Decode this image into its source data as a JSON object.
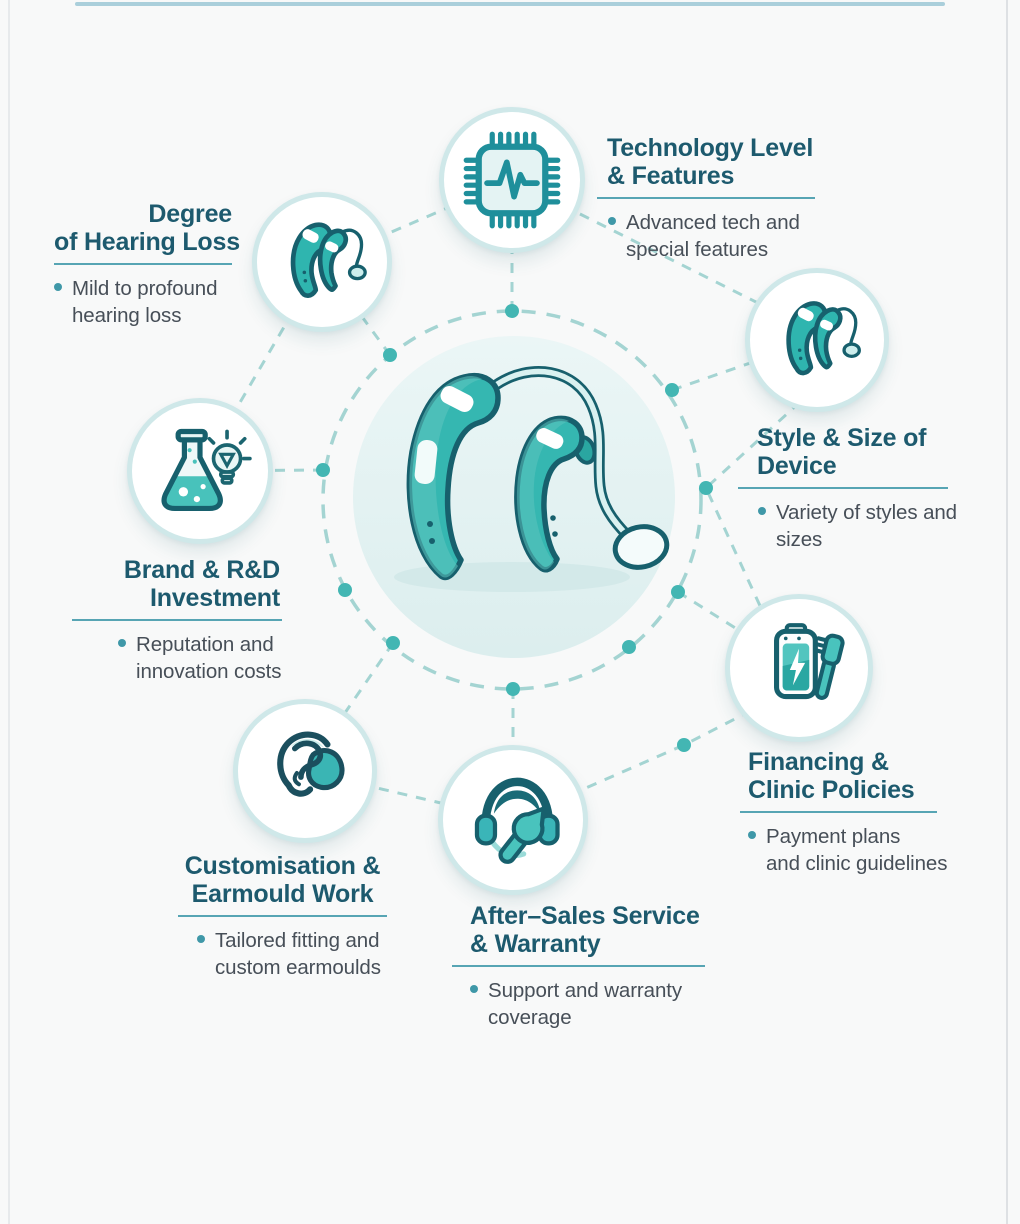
{
  "palette": {
    "teal": "#35b7b1",
    "teal_dark": "#17606d",
    "title_color": "#1d5a6e",
    "body_color": "#474f58",
    "underline_color": "#57a5b4",
    "dash_color": "#a4d4d2",
    "junction_dot_color": "#43b6b3",
    "circle_ring_color": "#cfe8e9",
    "center_circle_fill": "#e4f1f1",
    "top_line_color": "#aacfdb",
    "background": "#f8f9f9"
  },
  "center": {
    "icon": "hearing-aids-illustration"
  },
  "nodes": [
    {
      "id": "degree-of-hearing-loss",
      "icon": "hearing-aid-pair-icon",
      "title1": "Degree",
      "title2": "of Hearing Loss",
      "desc1": "Mild to profound",
      "desc2": "hearing loss"
    },
    {
      "id": "technology-level-features",
      "icon": "chip-icon",
      "title1": "Technology Level",
      "title2": "& Features",
      "desc1": "Advanced tech and",
      "desc2": "special features"
    },
    {
      "id": "style-size-of-device",
      "icon": "hearing-aid-pair-icon",
      "title1": "Style & Size of",
      "title2": "Device",
      "desc1": "Variety of styles and",
      "desc2": "sizes"
    },
    {
      "id": "brand-rd-investment",
      "icon": "flask-lightbulb-icon",
      "title1": "Brand & R&D",
      "title2": "Investment",
      "desc1": "Reputation and",
      "desc2": "innovation costs"
    },
    {
      "id": "customisation-earmould-work",
      "icon": "ear-earmould-icon",
      "title1": "Customisation &",
      "title2": "Earmould Work",
      "desc1": "Tailored fitting and",
      "desc2": "custom earmoulds"
    },
    {
      "id": "after-sales-service-warranty",
      "icon": "headset-wrench-icon",
      "title1": "After–Sales Service",
      "title2": "& Warranty",
      "desc1": "Support and warranty",
      "desc2": "coverage"
    },
    {
      "id": "financing-clinic-policies",
      "icon": "battery-brush-icon",
      "title1": "Financing &",
      "title2": "Clinic Policies",
      "desc1": "Payment plans",
      "desc2": "and clinic guidelines"
    }
  ]
}
